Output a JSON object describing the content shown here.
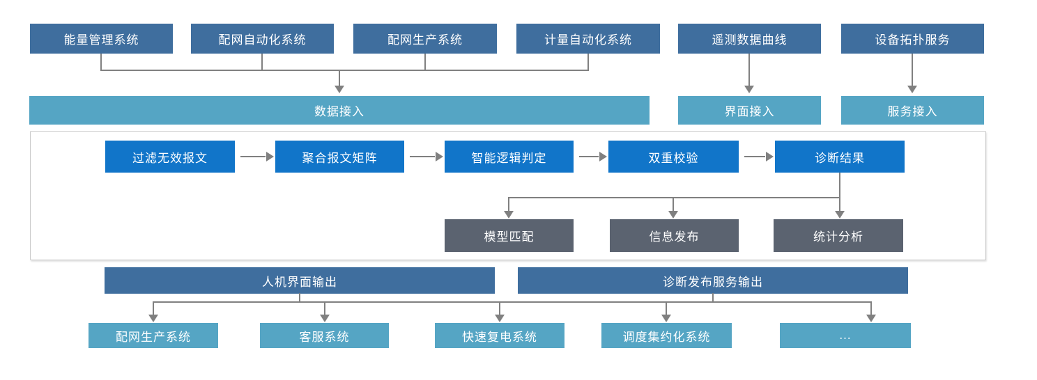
{
  "diagram": {
    "palette": {
      "source_box": "#3f6e9e",
      "access_box": "#55a5c4",
      "pipeline_box": "#1175c9",
      "result_box": "#5b6370",
      "connector": "#808080",
      "frame_border": "#c9c9c9",
      "text": "#ffffff"
    },
    "top_sources": [
      {
        "label": "能量管理系统"
      },
      {
        "label": "配网自动化系统"
      },
      {
        "label": "配网生产系统"
      },
      {
        "label": "计量自动化系统"
      },
      {
        "label": "遥测数据曲线"
      },
      {
        "label": "设备拓扑服务"
      }
    ],
    "access_layer": [
      {
        "label": "数据接入"
      },
      {
        "label": "界面接入"
      },
      {
        "label": "服务接入"
      }
    ],
    "pipeline": [
      {
        "label": "过滤无效报文"
      },
      {
        "label": "聚合报文矩阵"
      },
      {
        "label": "智能逻辑判定"
      },
      {
        "label": "双重校验"
      },
      {
        "label": "诊断结果"
      }
    ],
    "result_actions": [
      {
        "label": "模型匹配"
      },
      {
        "label": "信息发布"
      },
      {
        "label": "统计分析"
      }
    ],
    "output_channels": [
      {
        "label": "人机界面输出"
      },
      {
        "label": "诊断发布服务输出"
      }
    ],
    "consumers": [
      {
        "label": "配网生产系统"
      },
      {
        "label": "客服系统"
      },
      {
        "label": "快速复电系统"
      },
      {
        "label": "调度集约化系统"
      },
      {
        "label": "..."
      }
    ]
  }
}
